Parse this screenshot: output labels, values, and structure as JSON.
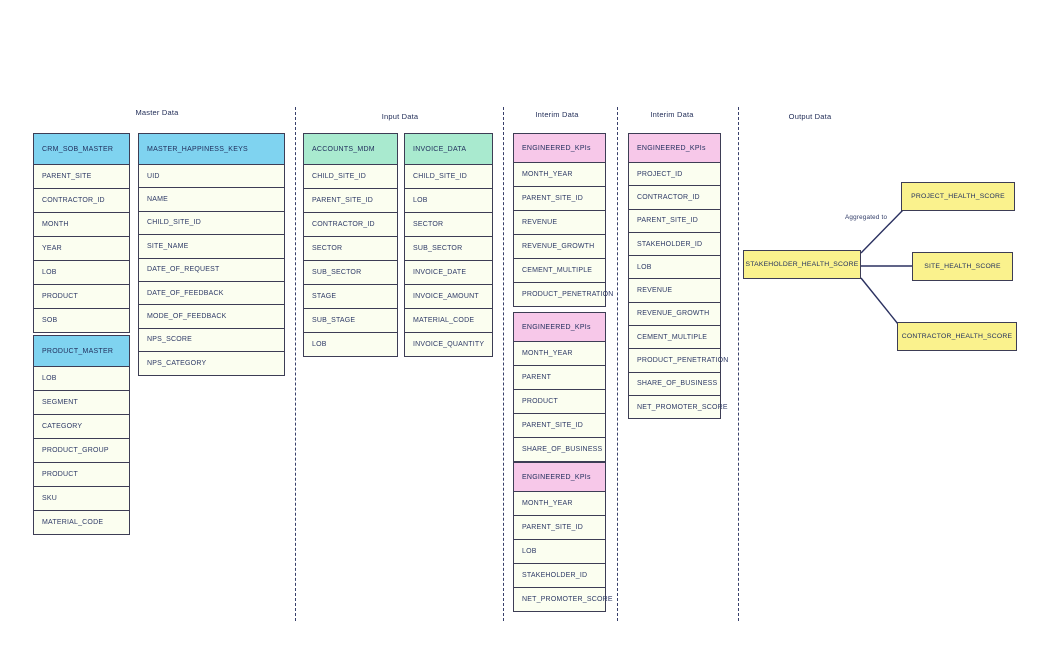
{
  "sections": [
    {
      "label": "Master Data"
    },
    {
      "label": "Input Data"
    },
    {
      "label": "Interim Data"
    },
    {
      "label": "Interim Data"
    },
    {
      "label": "Output Data"
    }
  ],
  "tables": [
    {
      "title": "CRM_SOB_MASTER",
      "header_color": "#7FD3F0",
      "columns": [
        "PARENT_SITE",
        "CONTRACTOR_ID",
        "MONTH",
        "YEAR",
        "LOB",
        "PRODUCT",
        "SOB"
      ]
    },
    {
      "title": "MASTER_HAPPINESS_KEYS",
      "header_color": "#7FD3F0",
      "columns": [
        "UID",
        "NAME",
        "CHILD_SITE_ID",
        "SITE_NAME",
        "DATE_OF_REQUEST",
        "DATE_OF_FEEDBACK",
        "MODE_OF_FEEDBACK",
        "NPS_SCORE",
        "NPS_CATEGORY"
      ]
    },
    {
      "title": "PRODUCT_MASTER",
      "header_color": "#7FD3F0",
      "columns": [
        "LOB",
        "SEGMENT",
        "CATEGORY",
        "PRODUCT_GROUP",
        "PRODUCT",
        "SKU",
        "MATERIAL_CODE"
      ]
    },
    {
      "title": "ACCOUNTS_MDM",
      "header_color": "#A9EACF",
      "columns": [
        "CHILD_SITE_ID",
        "PARENT_SITE_ID",
        "CONTRACTOR_ID",
        "SECTOR",
        "SUB_SECTOR",
        "STAGE",
        "SUB_STAGE",
        "LOB"
      ]
    },
    {
      "title": "INVOICE_DATA",
      "header_color": "#A9EACF",
      "columns": [
        "CHILD_SITE_ID",
        "LOB",
        "SECTOR",
        "SUB_SECTOR",
        "INVOICE_DATE",
        "INVOICE_AMOUNT",
        "MATERIAL_CODE",
        "INVOICE_QUANTITY"
      ]
    },
    {
      "title": "ENGINEERED_KPIs",
      "header_color": "#F7C8E9",
      "columns": [
        "MONTH_YEAR",
        "PARENT_SITE_ID",
        "REVENUE",
        "REVENUE_GROWTH",
        "CEMENT_MULTIPLE",
        "PRODUCT_PENETRATION"
      ]
    },
    {
      "title": "ENGINEERED_KPIs",
      "header_color": "#F7C8E9",
      "columns": [
        "MONTH_YEAR",
        "PARENT",
        "PRODUCT",
        "PARENT_SITE_ID",
        "SHARE_OF_BUSINESS"
      ]
    },
    {
      "title": "ENGINEERED_KPIs",
      "header_color": "#F7C8E9",
      "columns": [
        "MONTH_YEAR",
        "PARENT_SITE_ID",
        "LOB",
        "STAKEHOLDER_ID",
        "NET_PROMOTER_SCORE"
      ]
    },
    {
      "title": "ENGINEERED_KPIs",
      "header_color": "#F7C8E9",
      "columns": [
        "PROJECT_ID",
        "CONTRACTOR_ID",
        "PARENT_SITE_ID",
        "STAKEHOLDER_ID",
        "LOB",
        "REVENUE",
        "REVENUE_GROWTH",
        "CEMENT_MULTIPLE",
        "PRODUCT_PENETRATION",
        "SHARE_OF_BUSINESS",
        "NET_PROMOTER_SCORE"
      ]
    }
  ],
  "output": {
    "source_label": "STAKEHOLDER_HEALTH_SCORE",
    "annotation": "Aggregated to",
    "targets": [
      {
        "label": "PROJECT_HEALTH_SCORE"
      },
      {
        "label": "SITE_HEALTH_SCORE"
      },
      {
        "label": "CONTRACTOR_HEALTH_SCORE"
      }
    ]
  },
  "colors": {
    "master_header": "#7FD3F0",
    "input_header": "#A9EACF",
    "interim_header": "#F7C8E9",
    "output_box": "#FAF28D",
    "row_background": "#FBFEF0",
    "border": "#3D3D55",
    "text": "#2E3A66"
  }
}
